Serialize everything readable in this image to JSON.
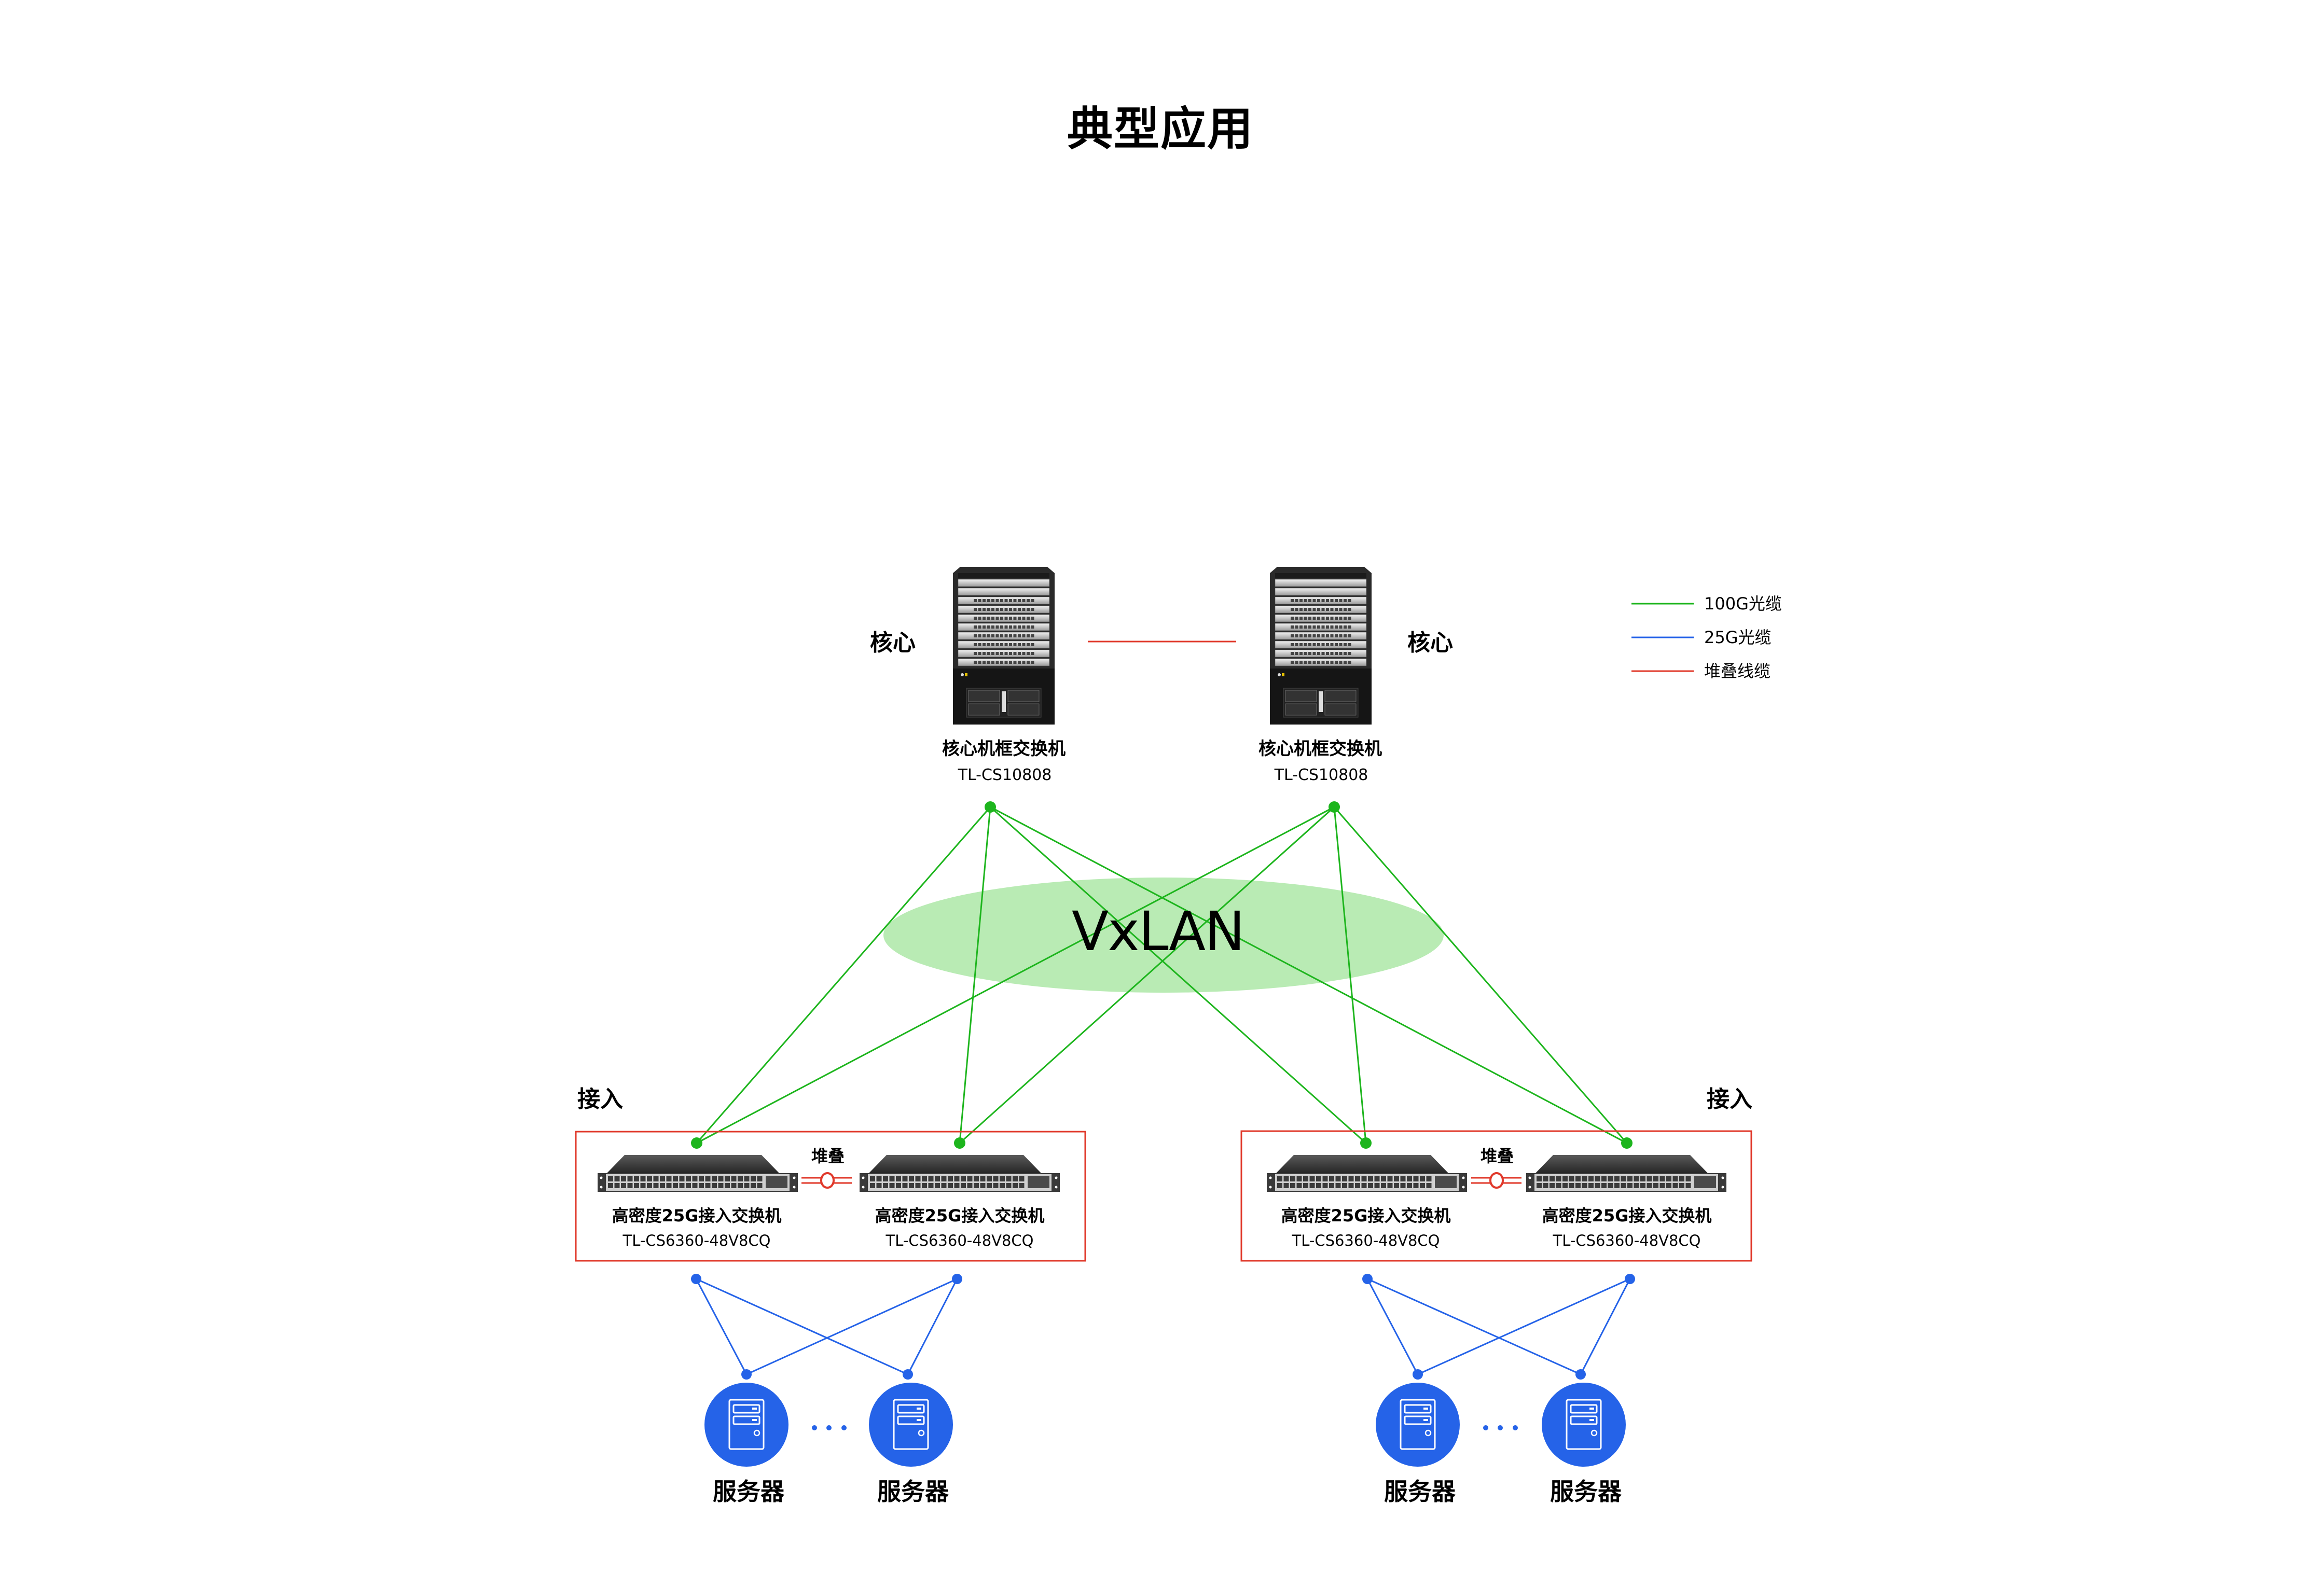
{
  "title": "典型应用",
  "colors": {
    "cable_100g": "#1DB51D",
    "cable_25g": "#2563E8",
    "stack_cable": "#E0382A",
    "vxlan_cloud": "#B9EBB4",
    "access_box": "#E0382A",
    "server_fill": "#2563E8"
  },
  "legend": [
    {
      "label": "100G光缆",
      "color_key": "cable_100g"
    },
    {
      "label": "25G光缆",
      "color_key": "cable_25g"
    },
    {
      "label": "堆叠线缆",
      "color_key": "stack_cable"
    }
  ],
  "core": {
    "tier_label": "核心",
    "devices": [
      {
        "name": "核心机框交换机",
        "model": "TL-CS10808"
      },
      {
        "name": "核心机框交换机",
        "model": "TL-CS10808"
      }
    ]
  },
  "overlay": {
    "label": "VxLAN"
  },
  "access": {
    "tier_label": "接入",
    "stack_label": "堆叠",
    "groups": [
      {
        "switches": [
          {
            "name": "高密度25G接入交换机",
            "model": "TL-CS6360-48V8CQ"
          },
          {
            "name": "高密度25G接入交换机",
            "model": "TL-CS6360-48V8CQ"
          }
        ]
      },
      {
        "switches": [
          {
            "name": "高密度25G接入交换机",
            "model": "TL-CS6360-48V8CQ"
          },
          {
            "name": "高密度25G接入交换机",
            "model": "TL-CS6360-48V8CQ"
          }
        ]
      }
    ]
  },
  "servers": {
    "label": "服务器",
    "ellipsis": "...",
    "groups": [
      {
        "items": [
          {
            "label": "服务器",
            "icon": "server-icon"
          },
          {
            "label": "服务器",
            "icon": "server-icon"
          }
        ]
      },
      {
        "items": [
          {
            "label": "服务器",
            "icon": "server-icon"
          },
          {
            "label": "服务器",
            "icon": "server-icon"
          }
        ]
      }
    ]
  },
  "links": {
    "core_stack": {
      "type": "stack_cable",
      "from": "core.0",
      "to": "core.1"
    },
    "uplinks_100g": [
      {
        "from": "core.0",
        "to": "access.0.0"
      },
      {
        "from": "core.0",
        "to": "access.0.1"
      },
      {
        "from": "core.0",
        "to": "access.1.0"
      },
      {
        "from": "core.0",
        "to": "access.1.1"
      },
      {
        "from": "core.1",
        "to": "access.0.0"
      },
      {
        "from": "core.1",
        "to": "access.0.1"
      },
      {
        "from": "core.1",
        "to": "access.1.0"
      },
      {
        "from": "core.1",
        "to": "access.1.1"
      }
    ],
    "downlinks_25g": [
      {
        "from": "access.0.0",
        "to": "server.0.0"
      },
      {
        "from": "access.0.0",
        "to": "server.0.1"
      },
      {
        "from": "access.0.1",
        "to": "server.0.0"
      },
      {
        "from": "access.0.1",
        "to": "server.0.1"
      },
      {
        "from": "access.1.0",
        "to": "server.1.0"
      },
      {
        "from": "access.1.0",
        "to": "server.1.1"
      },
      {
        "from": "access.1.1",
        "to": "server.1.0"
      },
      {
        "from": "access.1.1",
        "to": "server.1.1"
      }
    ]
  }
}
